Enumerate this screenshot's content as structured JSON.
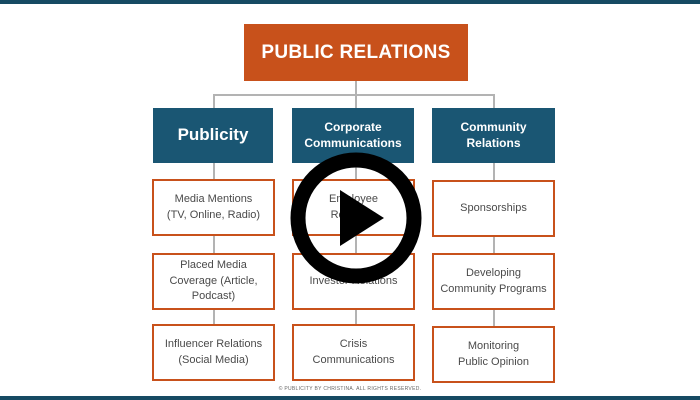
{
  "title": "PUBLIC RELATIONS",
  "columns": [
    {
      "header": "Publicity",
      "items": [
        "Media Mentions\n(TV, Online, Radio)",
        "Placed Media\nCoverage (Article,\nPodcast)",
        "Influencer Relations\n(Social Media)"
      ]
    },
    {
      "header": "Corporate\nCommunications",
      "items": [
        "Employee\nRelations",
        "Investor Relations",
        "Crisis\nCommunications"
      ]
    },
    {
      "header": "Community\nRelations",
      "items": [
        "Sponsorships",
        "Developing\nCommunity Programs",
        "Monitoring\nPublic Opinion"
      ]
    }
  ],
  "copyright": "© PUBLICITY BY CHRISTINA. ALL RIGHTS RESERVED.",
  "colors": {
    "title_bg": "#c8511b",
    "header_bg": "#1a5673",
    "item_border": "#c8511b",
    "frame": "#164a63"
  },
  "overlay": {
    "icon": "play-icon"
  }
}
